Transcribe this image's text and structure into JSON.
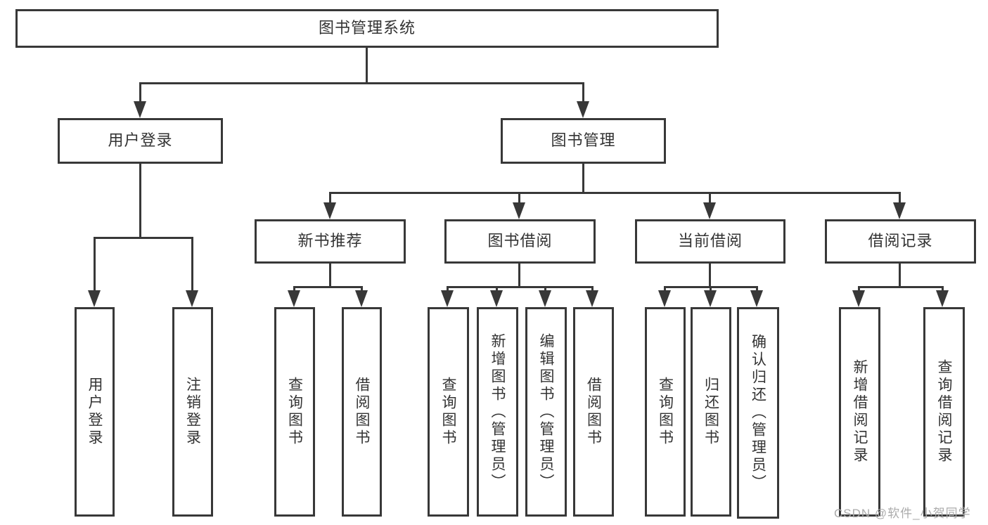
{
  "diagram": {
    "root": {
      "label": "图书管理系统"
    },
    "branches": [
      {
        "label": "用户登录",
        "children": [
          {
            "label": "用户登录"
          },
          {
            "label": "注销登录"
          }
        ]
      },
      {
        "label": "图书管理",
        "modules": [
          {
            "label": "新书推荐",
            "children": [
              {
                "label": "查询图书"
              },
              {
                "label": "借阅图书"
              }
            ]
          },
          {
            "label": "图书借阅",
            "children": [
              {
                "label": "查询图书"
              },
              {
                "label": "新增图书（管理员）"
              },
              {
                "label": "编辑图书（管理员）"
              },
              {
                "label": "借阅图书"
              }
            ]
          },
          {
            "label": "当前借阅",
            "children": [
              {
                "label": "查询图书"
              },
              {
                "label": "归还图书"
              },
              {
                "label": "确认归还（管理员）"
              }
            ]
          },
          {
            "label": "借阅记录",
            "children": [
              {
                "label": "新增借阅记录"
              },
              {
                "label": "查询借阅记录"
              }
            ]
          }
        ]
      }
    ]
  },
  "watermark": {
    "text": "CSDN @软件_小贺同学"
  },
  "colors": {
    "line": "#383838",
    "text": "#333333",
    "watermark": "#ababab",
    "background": "#ffffff"
  }
}
